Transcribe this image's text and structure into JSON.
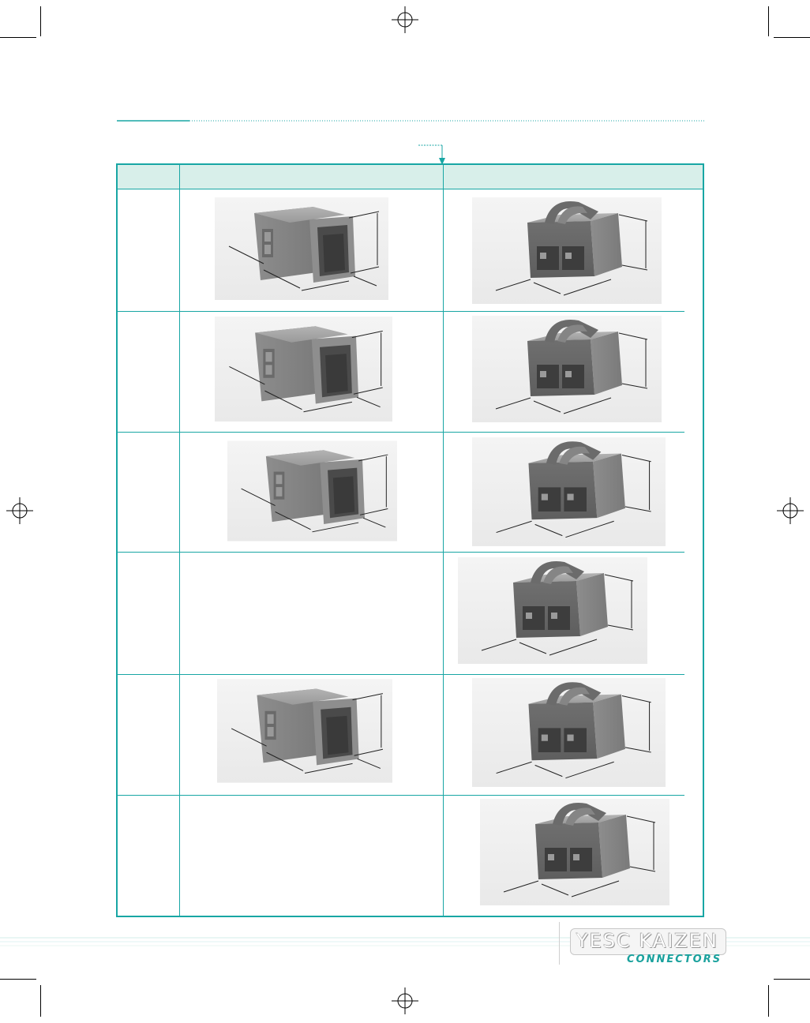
{
  "brand": {
    "logo_main": "YESC KAIZEN",
    "logo_sub": "CONNECTORS",
    "accent": "#18a6a4"
  },
  "table": {
    "rows": [
      {
        "male": "connector-male-2pin",
        "female": "connector-female-2pin"
      },
      {
        "male": "connector-male-4pin",
        "female": "connector-female-4pin"
      },
      {
        "male": "connector-male-6pin",
        "female": "connector-female-6pin-a"
      },
      {
        "male": "",
        "female": "connector-female-6pin-b"
      },
      {
        "male": "connector-male-8pin",
        "female": "connector-female-8pin"
      },
      {
        "male": "",
        "female": "connector-female-8pin-b"
      }
    ]
  }
}
